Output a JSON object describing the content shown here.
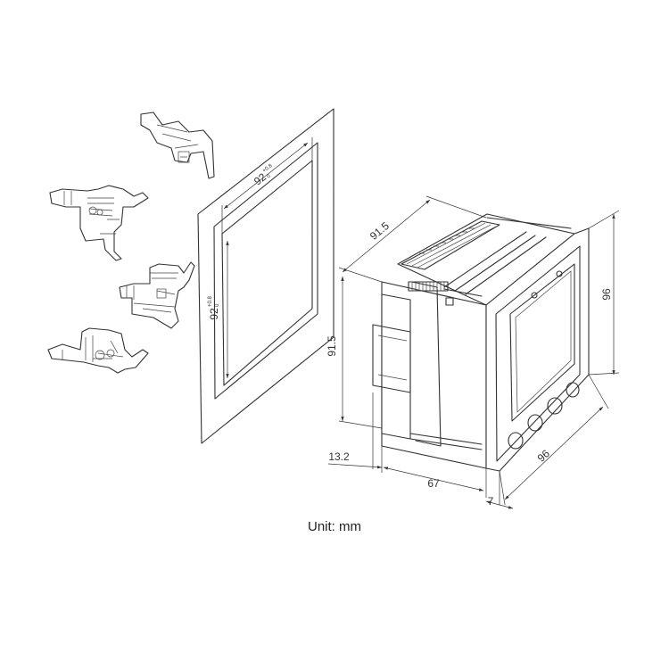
{
  "dimensions": {
    "cutout_width": "92",
    "cutout_height": "92",
    "tolerance_upper": "+0.8",
    "tolerance_lower": "0",
    "depth_top": "91.5",
    "depth_side": "91.5",
    "front_height": "96",
    "front_width": "96",
    "body_depth": "67",
    "rear_offset": "13.2",
    "bezel_depth": "7"
  },
  "unit_label": "Unit: mm"
}
